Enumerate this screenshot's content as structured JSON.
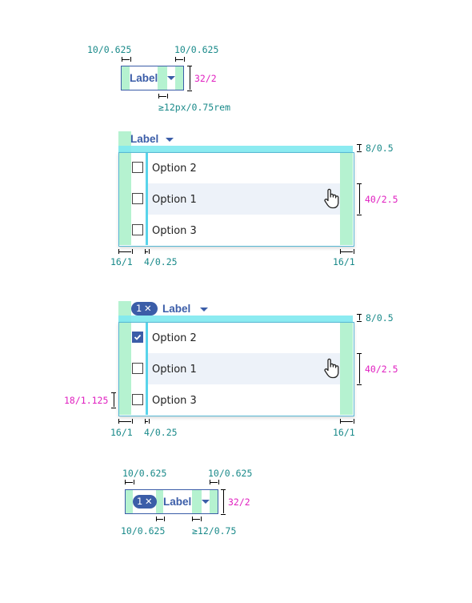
{
  "button": {
    "label": "Label",
    "left_padding": "10/0.625",
    "right_padding": "10/0.625",
    "height": "32/2",
    "caret_gap": "≥12px/0.75rem"
  },
  "menu1": {
    "label": "Label",
    "options": [
      {
        "label": "Option 2",
        "checked": false
      },
      {
        "label": "Option 1",
        "checked": false
      },
      {
        "label": "Option 3",
        "checked": false
      }
    ],
    "top_gap": "8/0.5",
    "row_height": "40/2.5",
    "left_padding": "16/1",
    "checkbox_gap": "4/0.25",
    "right_padding": "16/1"
  },
  "menu2": {
    "tag_count": "1",
    "tag_close": "✕",
    "label": "Label",
    "options": [
      {
        "label": "Option 2",
        "checked": true
      },
      {
        "label": "Option 1",
        "checked": false
      },
      {
        "label": "Option 3",
        "checked": false
      }
    ],
    "top_gap": "8/0.5",
    "row_height": "40/2.5",
    "checkbox_size": "18/1.125",
    "left_padding": "16/1",
    "checkbox_gap": "4/0.25",
    "right_padding": "16/1"
  },
  "button2": {
    "tag_count": "1",
    "tag_close": "✕",
    "label": "Label",
    "left_padding": "10/0.625",
    "right_padding": "10/0.625",
    "height": "32/2",
    "tag_gap": "10/0.625",
    "caret_gap": "≥12/0.75"
  },
  "colors": {
    "accent": "#3b5da8",
    "spacing_green": "#a8f0c8",
    "spacing_cyan": "#7fe9f0",
    "measure_teal": "#1a8a8a",
    "measure_magenta": "#e020c0",
    "hover_row": "#edf2f9"
  }
}
